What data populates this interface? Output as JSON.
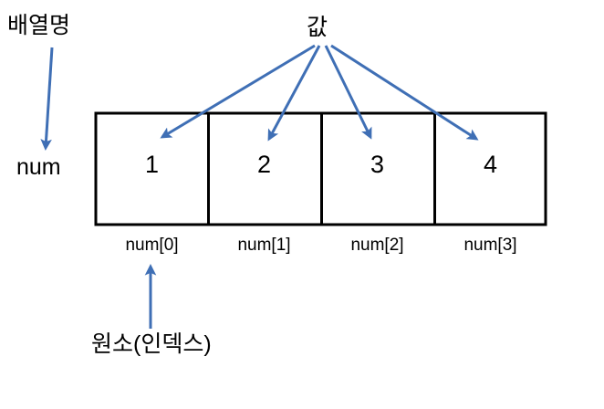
{
  "diagram": {
    "title_hidden": "",
    "background_color": "#ffffff",
    "line_color": "#000000",
    "arrow_color": "#3f6fb5",
    "annotations": {
      "array_name_label": "배열명",
      "value_label": "값",
      "element_index_label": "원소(인덱스)",
      "variable_name": "num"
    },
    "array": {
      "name": "num",
      "cells": [
        {
          "value": "1",
          "index_label": "num[0]"
        },
        {
          "value": "2",
          "index_label": "num[1]"
        },
        {
          "value": "3",
          "index_label": "num[2]"
        },
        {
          "value": "4",
          "index_label": "num[3]"
        }
      ]
    },
    "arrows": [
      {
        "name": "array-name-to-num",
        "from": "배열명",
        "to": "num"
      },
      {
        "name": "value-to-cell-0",
        "from": "값",
        "to": "1"
      },
      {
        "name": "value-to-cell-1",
        "from": "값",
        "to": "2"
      },
      {
        "name": "value-to-cell-2",
        "from": "값",
        "to": "3"
      },
      {
        "name": "value-to-cell-3",
        "from": "값",
        "to": "4"
      },
      {
        "name": "element-index-to-num0",
        "from": "원소(인덱스)",
        "to": "num[0]"
      }
    ]
  }
}
